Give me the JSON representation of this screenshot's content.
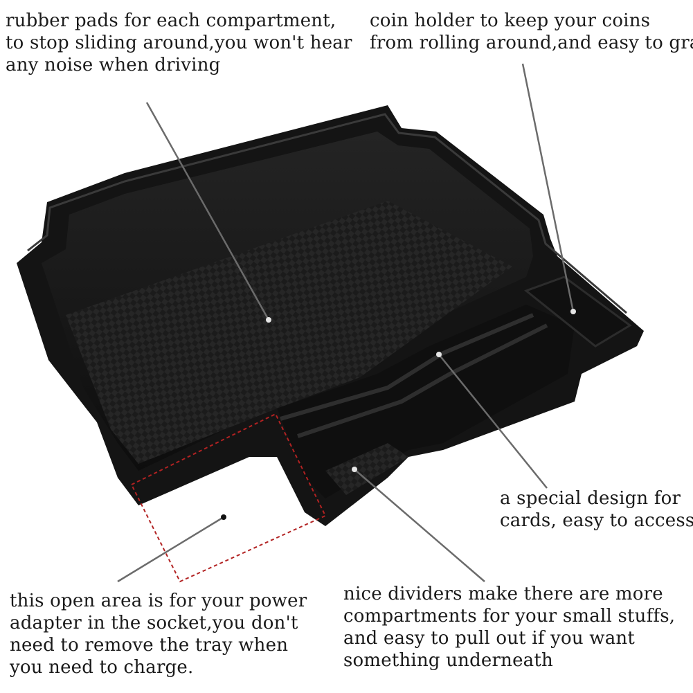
{
  "captions": {
    "rubber_pads": {
      "line1": "rubber pads for each compartment,",
      "line2": "to stop sliding around,you won't hear",
      "line3": "any noise when driving"
    },
    "coin_holder": {
      "line1": "coin holder to keep your coins",
      "line2": "from rolling around,and easy to grab"
    },
    "card_slot": {
      "line1": "a special design for",
      "line2": "cards, easy to access"
    },
    "open_area": {
      "line1": "this open area is for your power",
      "line2": "adapter in the socket,you don't",
      "line3": "need to remove the tray when",
      "line4": "you need to charge."
    },
    "dividers": {
      "line1": "nice dividers make there are more",
      "line2": "compartments for your small stuffs,",
      "line3": "and easy to pull out if you want",
      "line4": "something underneath"
    }
  },
  "colors": {
    "tray": "#141414",
    "tray_inner": "#0b0b0b",
    "mat": "#1e1e1e",
    "leader_line": "#6b6b6b",
    "dashed_outline": "#b22222",
    "text": "#1a1a1a"
  }
}
